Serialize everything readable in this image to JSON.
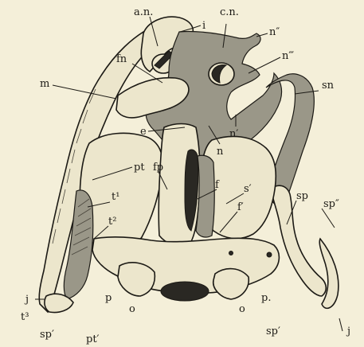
{
  "figure": {
    "labels": {
      "an": "a.n.",
      "i_top": "i",
      "cn": "c.n.",
      "n2": "n″",
      "fn": "fn",
      "n3": "n‴",
      "m": "m",
      "sn": "sn",
      "n1": "n′",
      "e": "e",
      "n": "n",
      "pt": "pt",
      "fp": "fp",
      "f": "f",
      "s1": "s′",
      "t1": "t¹",
      "sp": "sp",
      "sp2": "sp″",
      "f1": "f′",
      "t2": "t²",
      "j_left": "j",
      "p": "p",
      "p_dot": "p.",
      "j_right": "j",
      "o_left": "o",
      "o_right": "o",
      "t3": "t³",
      "sp1_left": "sp′",
      "sp1_right": "sp′",
      "pt1": "pt′"
    }
  }
}
